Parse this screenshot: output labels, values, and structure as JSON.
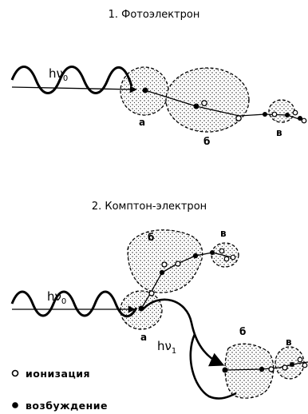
{
  "panel1": {
    "title": "1. Фотоэлектрон",
    "photon": {
      "symbol": "hν",
      "subscript": "0"
    },
    "regions": [
      "а",
      "б",
      "в"
    ]
  },
  "panel2": {
    "title": "2. Комптон-электрон",
    "photon_in": {
      "symbol": "hν",
      "subscript": "0"
    },
    "photon_out": {
      "symbol": "hν",
      "subscript": "1"
    },
    "regions_top": [
      "б",
      "в"
    ],
    "region_origin": "а",
    "regions_bottom": [
      "б",
      "в"
    ]
  },
  "legend": {
    "ionization": "ионизация",
    "excitation": "возбуждение"
  }
}
